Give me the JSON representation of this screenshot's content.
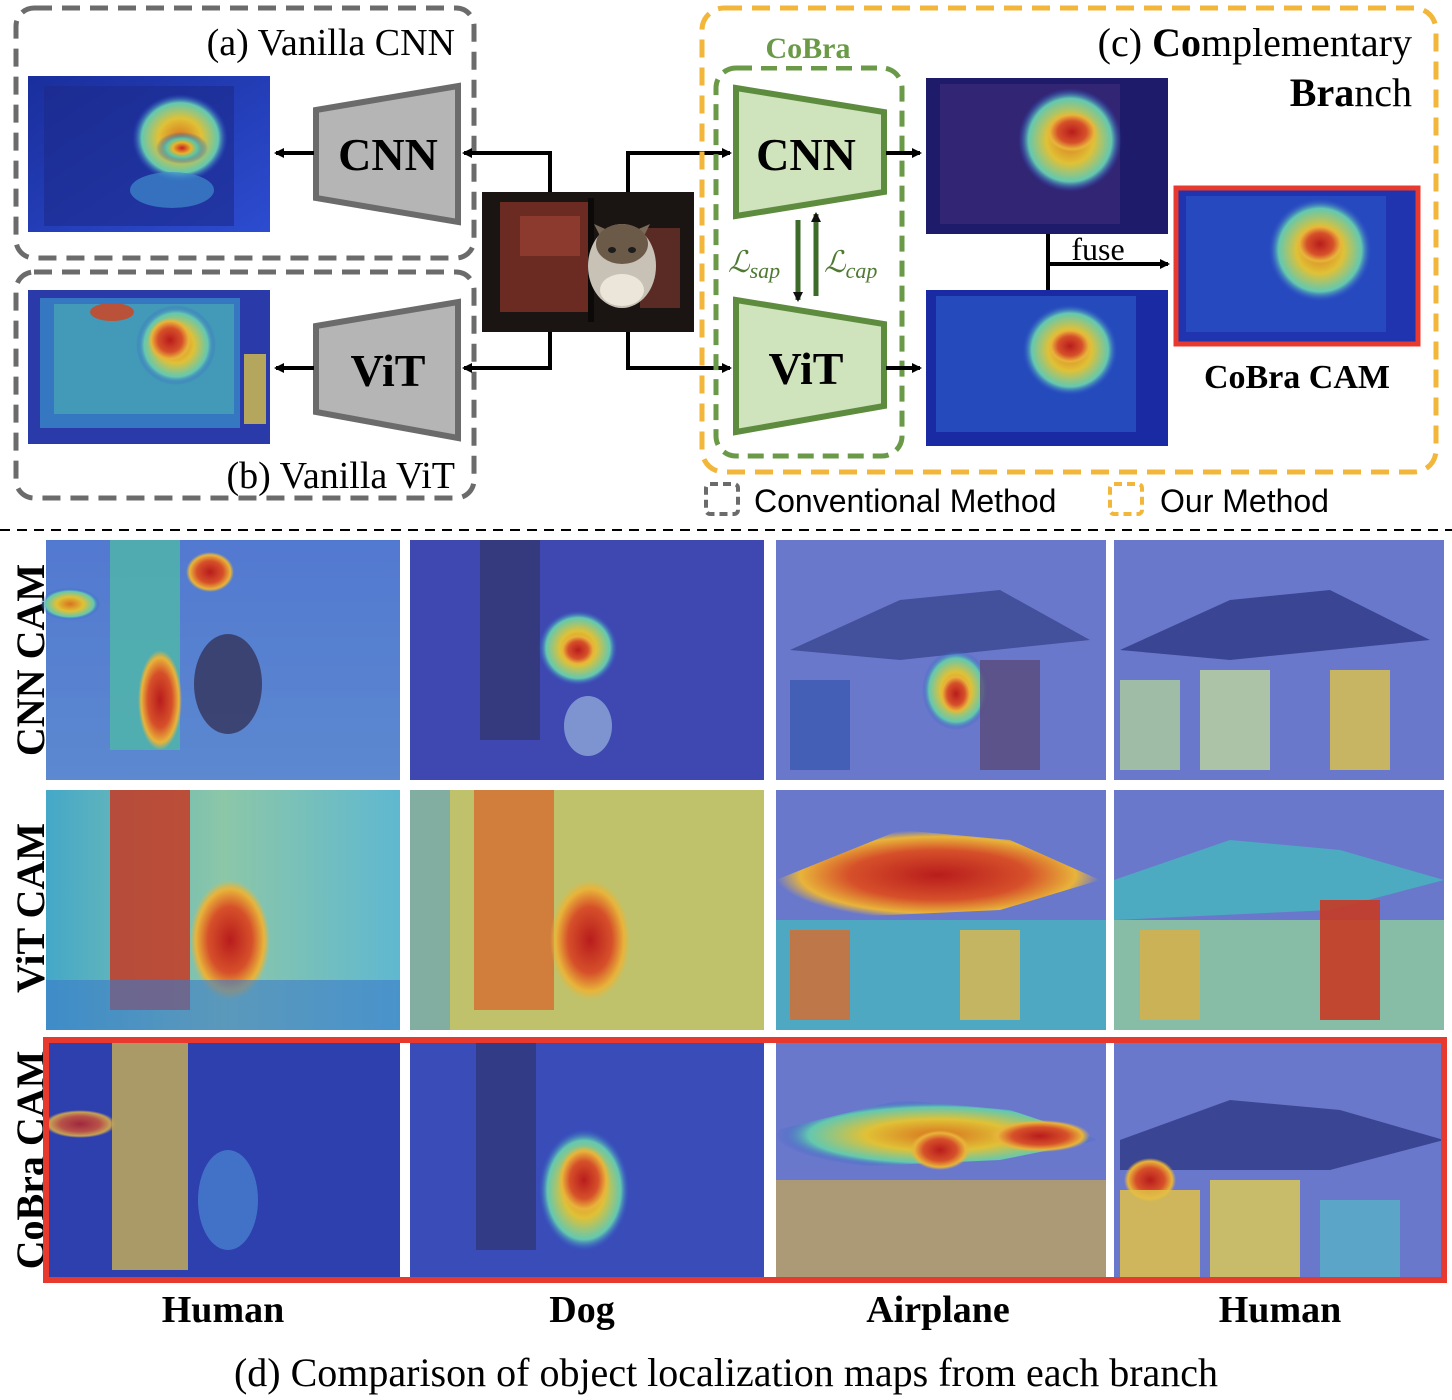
{
  "panels": {
    "a_title": "(a) Vanilla CNN",
    "b_title": "(b) Vanilla ViT",
    "c_title_line1_bold": "Co",
    "c_title_line1_prefix": "(c) ",
    "c_title_line1_rest": "mplementary",
    "c_title_line2_bold": "Bra",
    "c_title_line2_rest": "nch",
    "cobra_label": "CoBra"
  },
  "blocks": {
    "cnn": "CNN",
    "vit": "ViT"
  },
  "losses": {
    "sap_main": "ℒ",
    "sap_sub": "sap",
    "cap_main": "ℒ",
    "cap_sub": "cap"
  },
  "fuse_label": "fuse",
  "cobra_cam_label": "CoBra CAM",
  "legend": {
    "conventional": "Conventional Method",
    "ours": "Our Method"
  },
  "grid": {
    "row_labels": [
      "CNN CAM",
      "ViT CAM",
      "CoBra CAM"
    ],
    "column_labels": [
      "Human",
      "Dog",
      "Airplane",
      "Human"
    ],
    "caption": "(d) Comparison of object localization maps from each branch"
  },
  "colors": {
    "gray_dash": "#6b6b6b",
    "orange_dash": "#f2b63a",
    "green": "#6a9a47",
    "green_fill": "#cfe3bd",
    "gray_fill": "#b5b5b5",
    "red_highlight": "#e8392f"
  }
}
